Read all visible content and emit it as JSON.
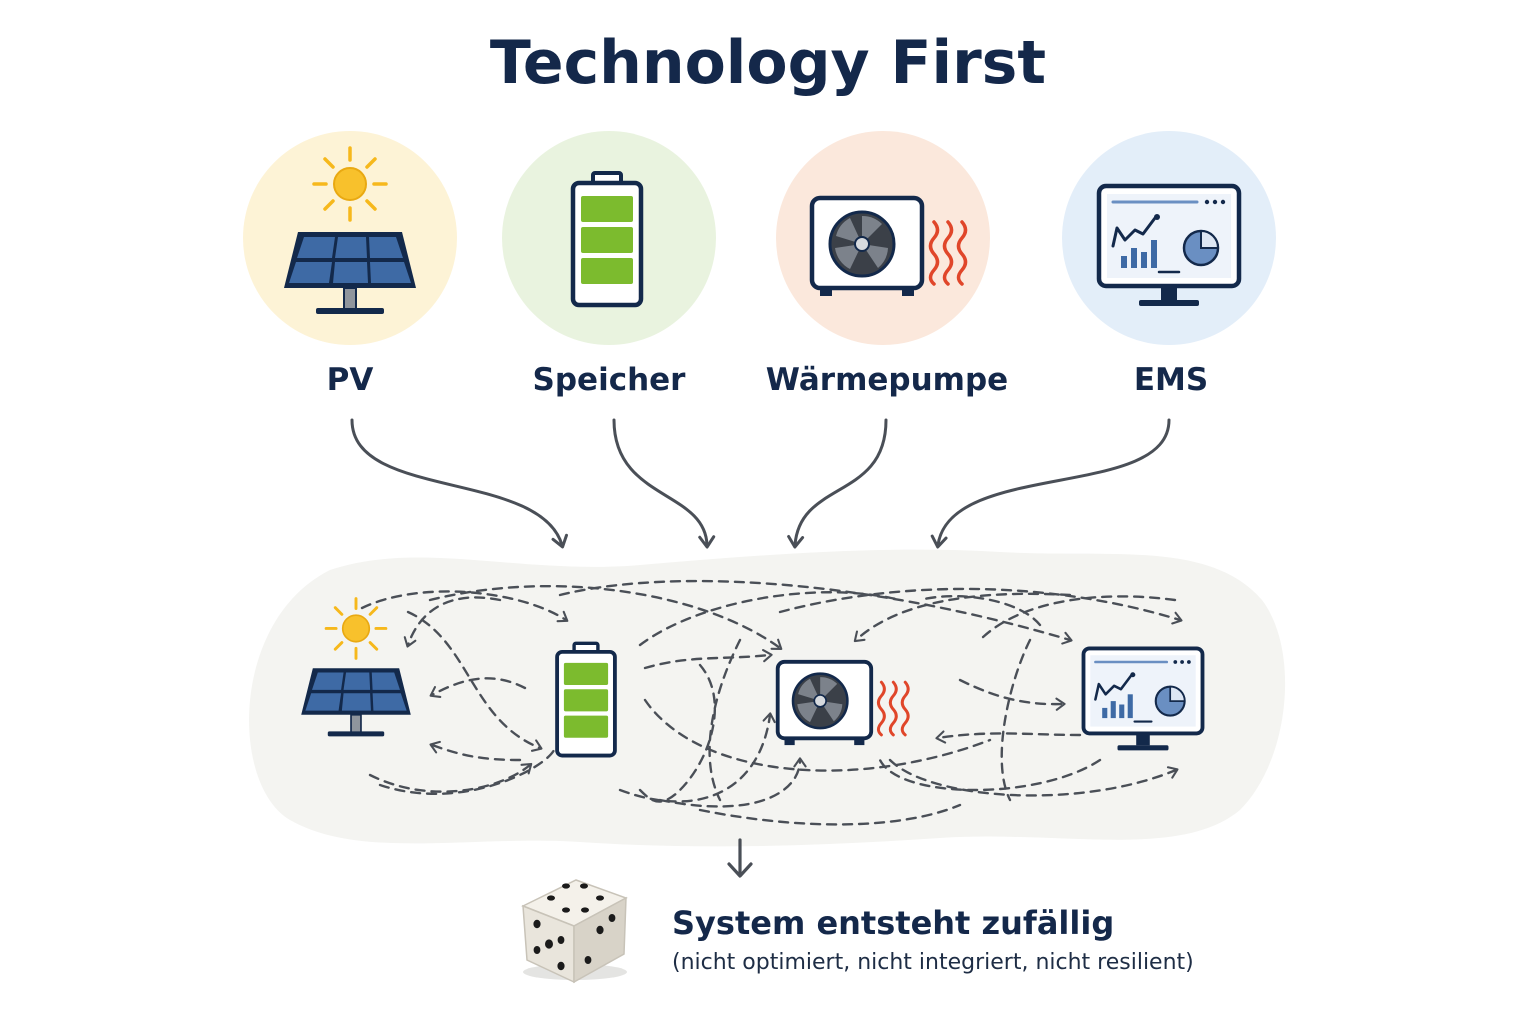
{
  "title": "Technology First",
  "technologies": [
    {
      "label": "PV",
      "icon": "solar-panel-icon",
      "bg": "#fdf3d6"
    },
    {
      "label": "Speicher",
      "icon": "battery-icon",
      "bg": "#e9f3df"
    },
    {
      "label": "Wärmepumpe",
      "icon": "heat-pump-icon",
      "bg": "#fbe8dc"
    },
    {
      "label": "EMS",
      "icon": "monitor-dashboard-icon",
      "bg": "#e3eef9"
    }
  ],
  "result": {
    "title": "System entsteht zufällig",
    "subtitle": "(nicht optimiert, nicht integriert, nicht resilient)",
    "icon": "dice-icon"
  },
  "colors": {
    "navy": "#14284a",
    "panel_blue": "#3e6aa5",
    "sun": "#f6b81c",
    "battery_green": "#7cbb2e",
    "heat_red": "#e0462a",
    "arrow_gray": "#4a4f57",
    "cloud_bg": "#f4f4f1"
  }
}
